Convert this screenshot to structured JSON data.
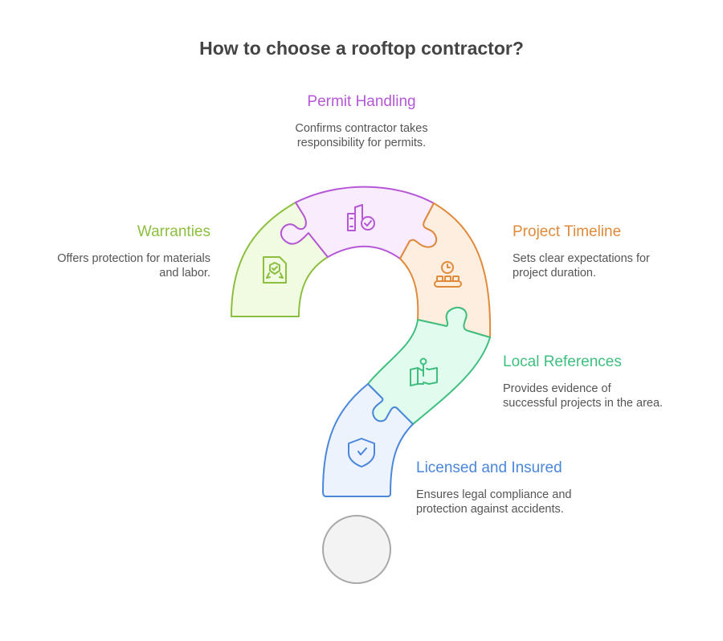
{
  "title": "How to choose a rooftop contractor?",
  "colors": {
    "warranties": "#8cbf3f",
    "permit": "#b657d8",
    "timeline": "#e08a3a",
    "references": "#3fbf7f",
    "licensed": "#4a86db",
    "dot": "#a8a8a8"
  },
  "items": [
    {
      "key": "permit",
      "label": "Permit Handling",
      "description_lines": [
        "Confirms contractor takes",
        "responsibility for permits."
      ],
      "icon": "building-check-icon"
    },
    {
      "key": "warranties",
      "label": "Warranties",
      "description_lines": [
        "Offers protection for materials",
        "and labor."
      ],
      "icon": "certificate-badge-icon"
    },
    {
      "key": "timeline",
      "label": "Project Timeline",
      "description_lines": [
        "Sets clear expectations for",
        "project duration."
      ],
      "icon": "clock-conveyor-icon"
    },
    {
      "key": "references",
      "label": "Local References",
      "description_lines": [
        "Provides evidence of",
        "successful projects in the area."
      ],
      "icon": "map-pin-icon"
    },
    {
      "key": "licensed",
      "label": "Licensed and Insured",
      "description_lines": [
        "Ensures legal compliance and",
        "protection against accidents."
      ],
      "icon": "shield-check-icon"
    }
  ]
}
